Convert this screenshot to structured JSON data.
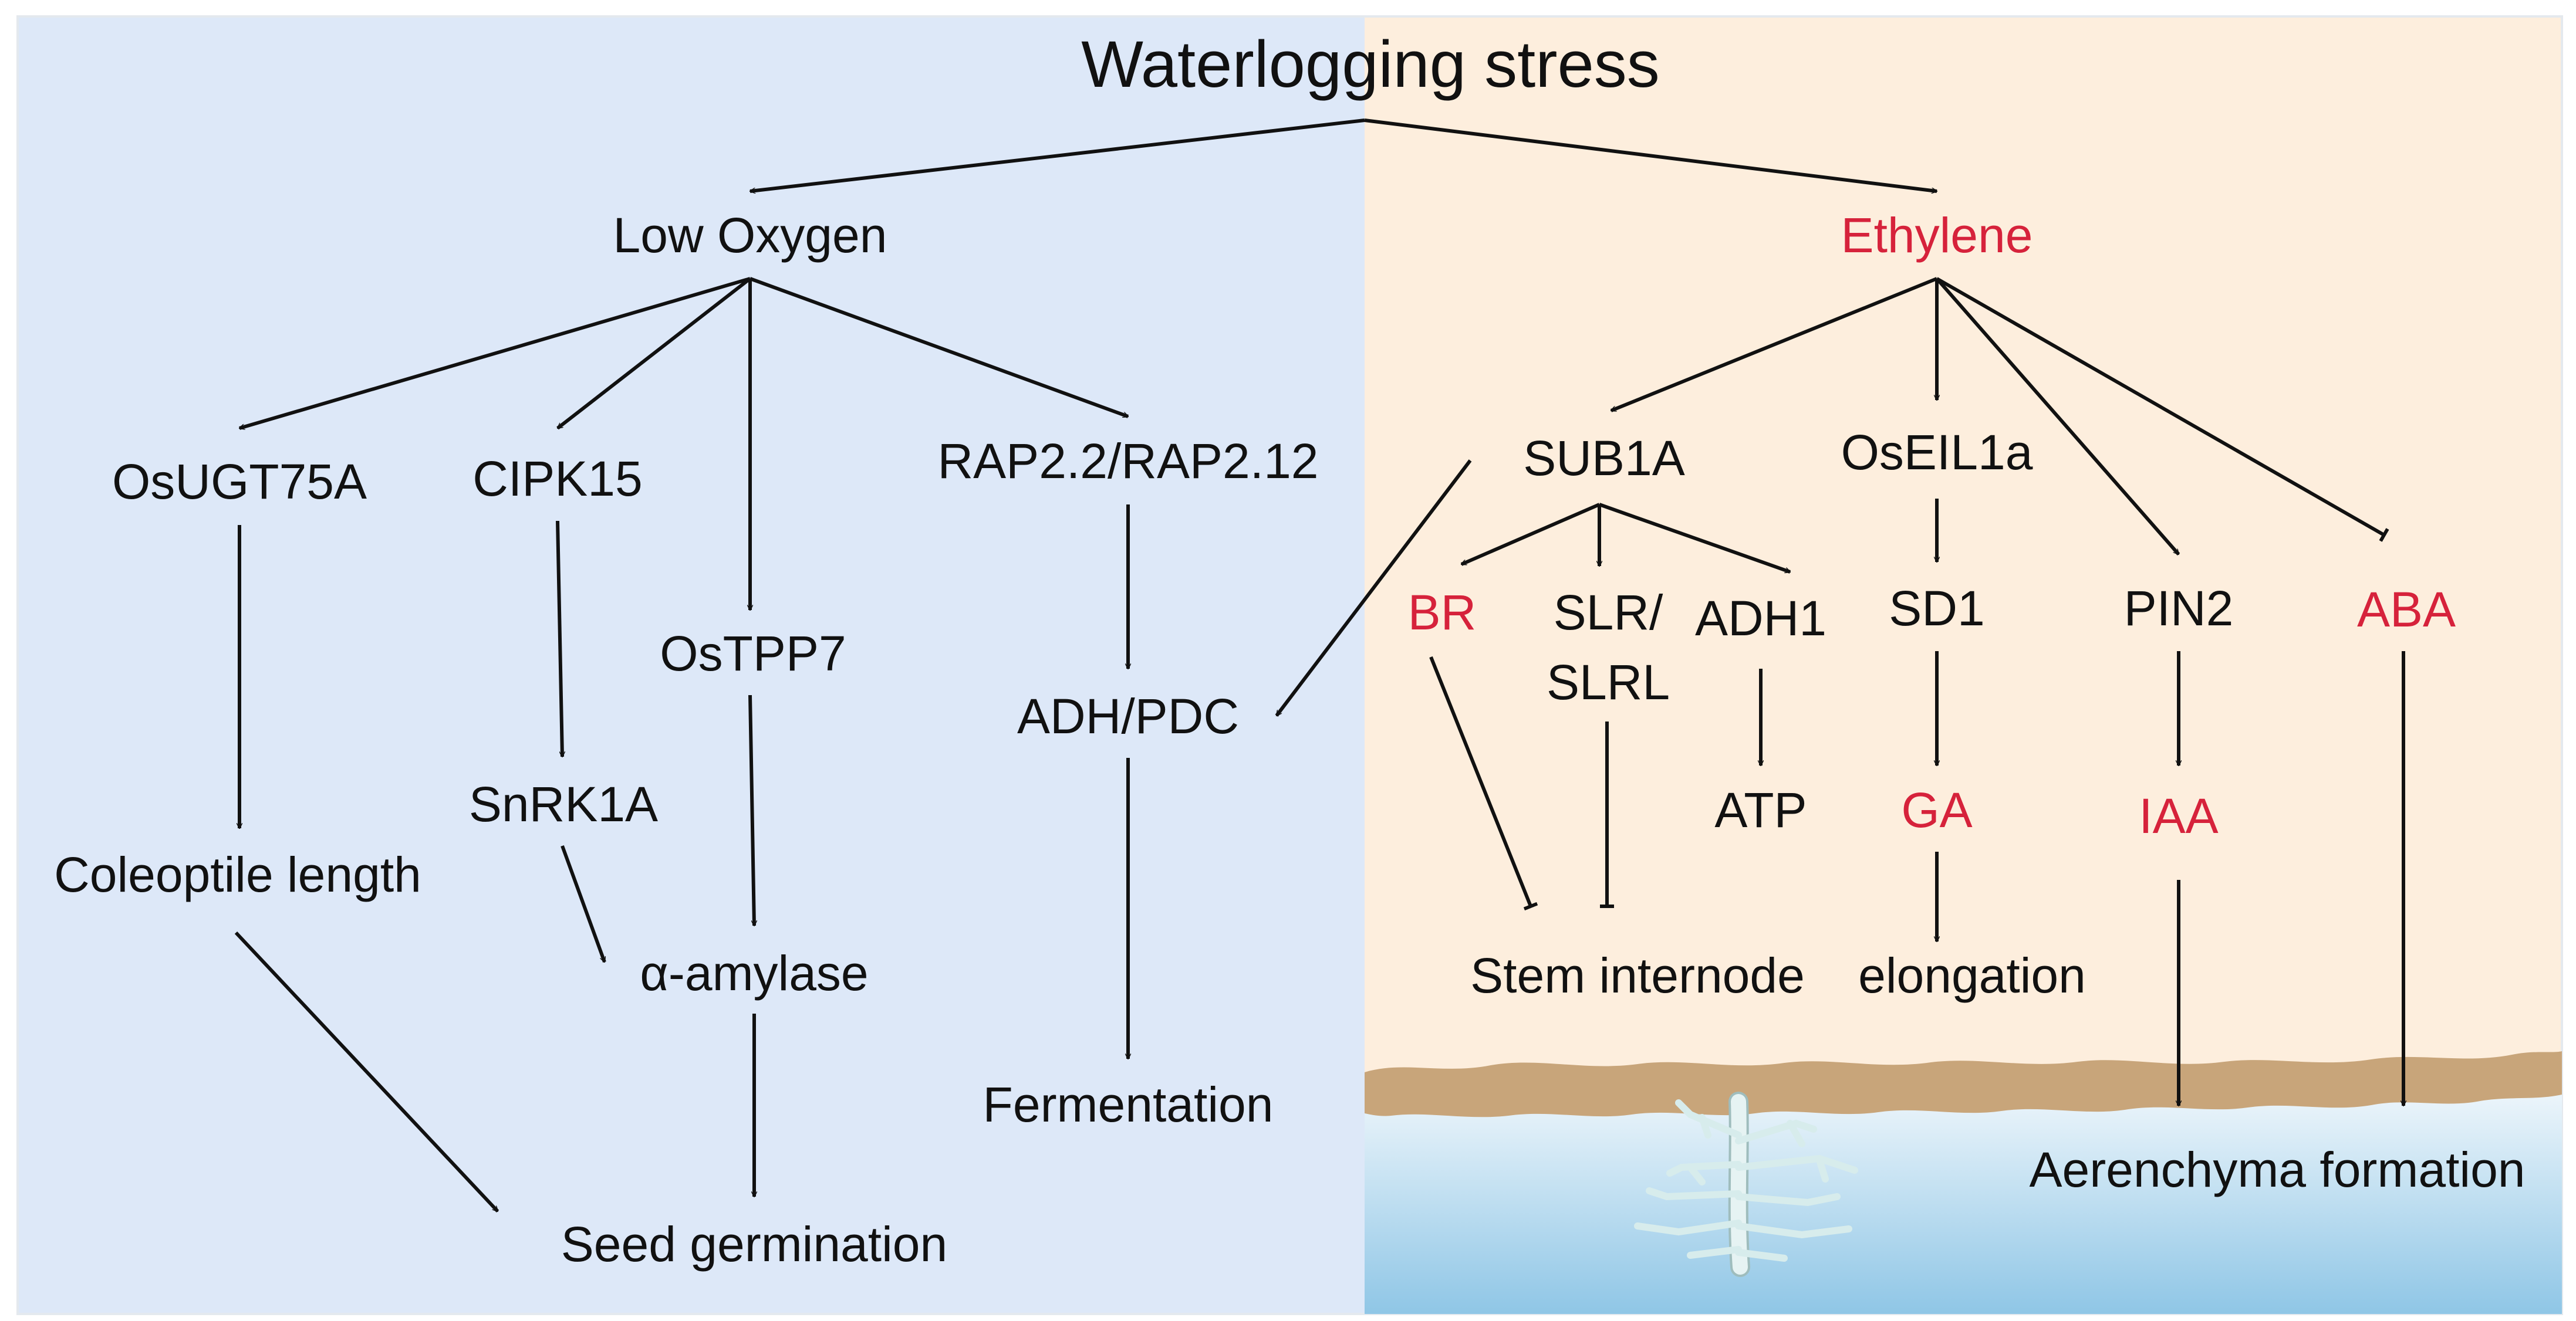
{
  "title": "Waterlogging stress",
  "colors": {
    "left_panel": "#dde8f8",
    "right_panel": "#fdeedd",
    "text": "#111111",
    "highlight_text": "#d6223b",
    "soil": "#c8a57a",
    "water_top": "#f2f8fc",
    "water_bottom": "#8fc6e6",
    "root": "#d7ecec"
  },
  "nodes": {
    "low_oxygen": "Low Oxygen",
    "ethylene": "Ethylene",
    "osugt75a": "OsUGT75A",
    "cipk15": "CIPK15",
    "ostpp7": "OsTPP7",
    "rap22": "RAP2.2/RAP2.12",
    "sub1a": "SUB1A",
    "oseil1a": "OsEIL1a",
    "br": "BR",
    "slr_line1": "SLR/",
    "slr_line2": "SLRL",
    "adh1": "ADH1",
    "sd1": "SD1",
    "pin2": "PIN2",
    "aba": "ABA",
    "adh_pdc": "ADH/PDC",
    "snrk1a": "SnRK1A",
    "atp": "ATP",
    "ga": "GA",
    "iaa": "IAA",
    "coleoptile": "Coleoptile length",
    "alpha_amylase": "α-amylase",
    "stem_internode": "Stem internode",
    "elongation": "elongation",
    "fermentation": "Fermentation",
    "aerenchyma": "Aerenchyma formation",
    "seed_germination": "Seed germination"
  },
  "highlighted": [
    "ethylene",
    "br",
    "aba",
    "ga",
    "iaa"
  ],
  "edges": [
    {
      "from": "waterlogging_stress",
      "to": "low_oxygen",
      "type": "activation"
    },
    {
      "from": "waterlogging_stress",
      "to": "ethylene",
      "type": "activation"
    },
    {
      "from": "low_oxygen",
      "to": "osugt75a",
      "type": "activation"
    },
    {
      "from": "low_oxygen",
      "to": "cipk15",
      "type": "activation"
    },
    {
      "from": "low_oxygen",
      "to": "ostpp7",
      "type": "activation"
    },
    {
      "from": "low_oxygen",
      "to": "rap22",
      "type": "activation"
    },
    {
      "from": "osugt75a",
      "to": "coleoptile",
      "type": "activation"
    },
    {
      "from": "coleoptile",
      "to": "seed_germination",
      "type": "activation"
    },
    {
      "from": "cipk15",
      "to": "snrk1a",
      "type": "activation"
    },
    {
      "from": "snrk1a",
      "to": "alpha_amylase",
      "type": "activation"
    },
    {
      "from": "ostpp7",
      "to": "alpha_amylase",
      "type": "activation"
    },
    {
      "from": "alpha_amylase",
      "to": "seed_germination",
      "type": "activation"
    },
    {
      "from": "rap22",
      "to": "adh_pdc",
      "type": "activation"
    },
    {
      "from": "adh_pdc",
      "to": "fermentation",
      "type": "activation"
    },
    {
      "from": "ethylene",
      "to": "sub1a",
      "type": "activation"
    },
    {
      "from": "ethylene",
      "to": "oseil1a",
      "type": "activation"
    },
    {
      "from": "ethylene",
      "to": "pin2",
      "type": "activation"
    },
    {
      "from": "ethylene",
      "to": "aba",
      "type": "inhibition"
    },
    {
      "from": "sub1a",
      "to": "adh_pdc",
      "type": "activation"
    },
    {
      "from": "sub1a",
      "to": "br",
      "type": "activation"
    },
    {
      "from": "sub1a",
      "to": "slr",
      "type": "activation"
    },
    {
      "from": "sub1a",
      "to": "adh1",
      "type": "activation"
    },
    {
      "from": "br",
      "to": "stem_internode",
      "type": "inhibition"
    },
    {
      "from": "slr",
      "to": "stem_internode",
      "type": "inhibition"
    },
    {
      "from": "adh1",
      "to": "atp",
      "type": "activation"
    },
    {
      "from": "oseil1a",
      "to": "sd1",
      "type": "activation"
    },
    {
      "from": "sd1",
      "to": "ga",
      "type": "activation"
    },
    {
      "from": "ga",
      "to": "elongation",
      "type": "activation"
    },
    {
      "from": "pin2",
      "to": "iaa",
      "type": "activation"
    },
    {
      "from": "iaa",
      "to": "aerenchyma",
      "type": "activation"
    },
    {
      "from": "aba",
      "to": "aerenchyma",
      "type": "activation"
    }
  ]
}
